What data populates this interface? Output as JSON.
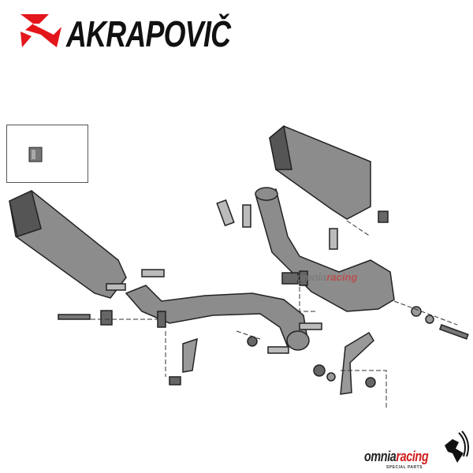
{
  "logo": {
    "brand": "AKRAPOVIČ",
    "color": "#e3161b"
  },
  "watermark": {
    "part1": "omnia",
    "part2": "racing"
  },
  "footer_logo": {
    "part1": "omnia",
    "part2": "racing",
    "tagline": "SPECIAL PARTS",
    "accent": "#d01c1c"
  }
}
